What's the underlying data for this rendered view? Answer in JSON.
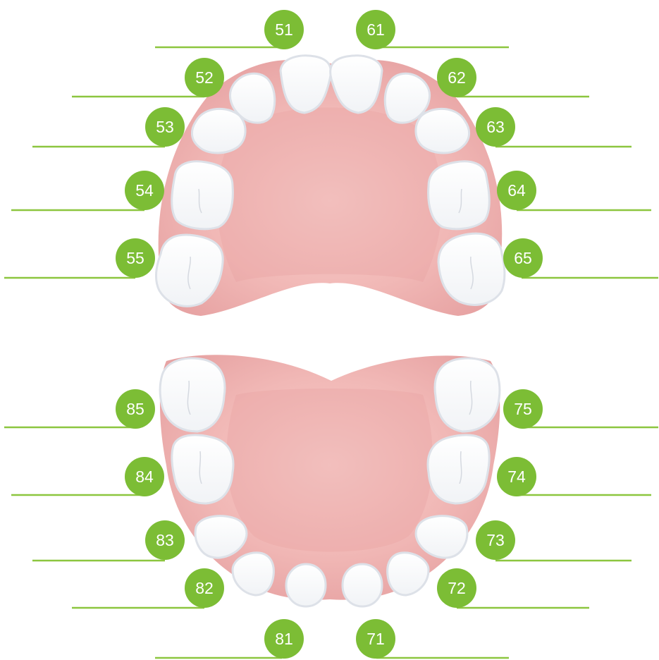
{
  "diagram": {
    "upper_labels": {
      "t51": "51",
      "t52": "52",
      "t53": "53",
      "t54": "54",
      "t55": "55",
      "t61": "61",
      "t62": "62",
      "t63": "63",
      "t64": "64",
      "t65": "65"
    },
    "lower_labels": {
      "t85": "85",
      "t84": "84",
      "t83": "83",
      "t82": "82",
      "t81": "81",
      "t75": "75",
      "t74": "74",
      "t73": "73",
      "t72": "72",
      "t71": "71"
    },
    "colors": {
      "badge": "#7cbd35",
      "leader": "#8cc63f",
      "gum_edge": "#ecaaaa",
      "gum_center": "#f5c6c4",
      "gum_dark": "#e39a9a",
      "tooth": "#ffffff",
      "tooth_outline": "#dfe3ea"
    }
  }
}
